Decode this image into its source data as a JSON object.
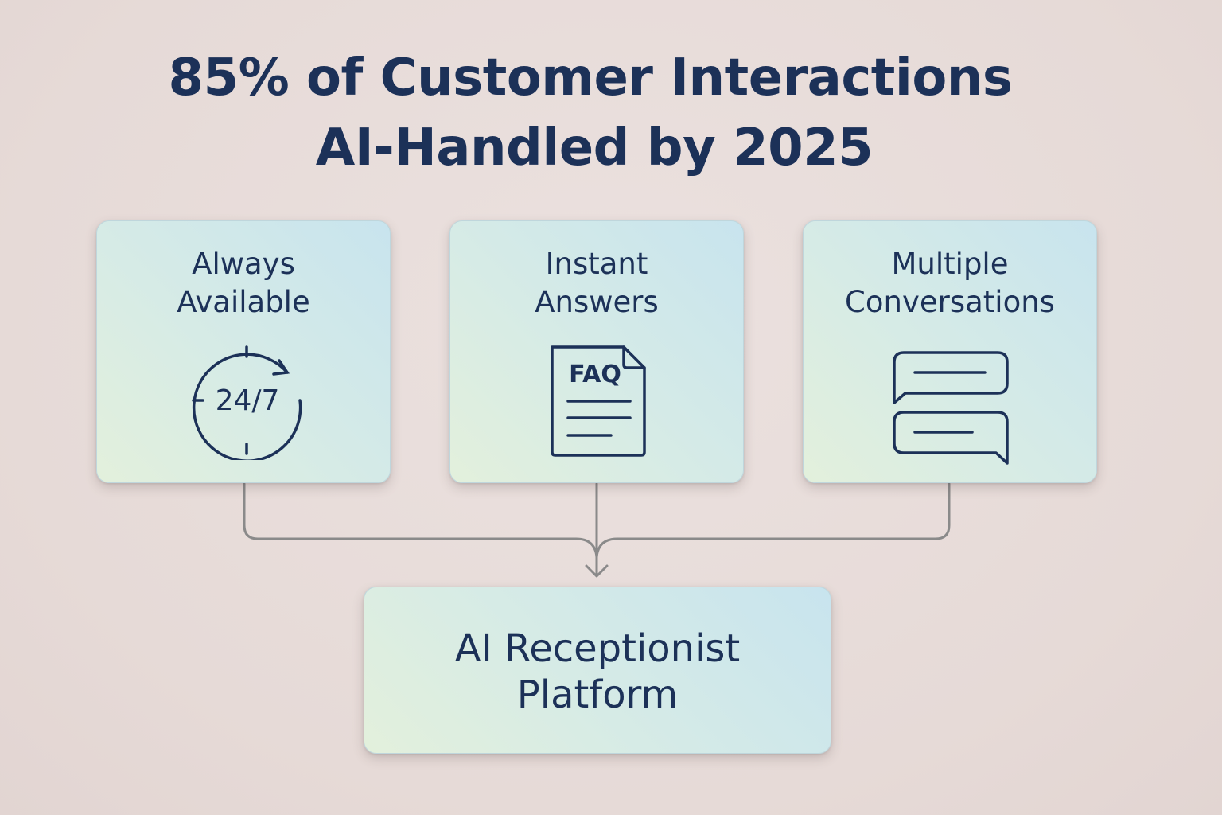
{
  "title": {
    "line1": "85% of Customer Interactions",
    "line2": "AI-Handled by 2025"
  },
  "features": [
    {
      "label_line1": "Always",
      "label_line2": "Available",
      "icon": "clock-24-7-icon",
      "icon_text": "24/7"
    },
    {
      "label_line1": "Instant",
      "label_line2": "Answers",
      "icon": "faq-document-icon",
      "icon_text": "FAQ"
    },
    {
      "label_line1": "Multiple",
      "label_line2": "Conversations",
      "icon": "chat-bubbles-icon"
    }
  ],
  "platform": {
    "label_line1": "AI Receptionist",
    "label_line2": "Platform"
  },
  "colors": {
    "text": "#1c3158",
    "connector": "#8a8a8a",
    "background": "#e8dcda"
  }
}
